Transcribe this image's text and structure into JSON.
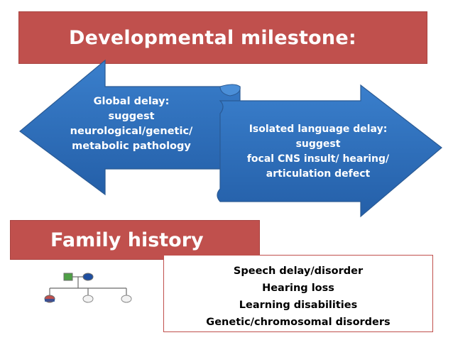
{
  "title": "Developmental milestone:",
  "global_delay": {
    "lines": [
      "Global delay:",
      "suggest",
      "neurological/genetic/",
      "metabolic pathology"
    ]
  },
  "isolated_delay": {
    "lines": [
      "Isolated language delay:",
      "suggest",
      "focal CNS insult/ hearing/",
      "articulation defect"
    ]
  },
  "family_history": {
    "heading": "Family history",
    "items": [
      "Speech delay/disorder",
      "Hearing loss",
      "Learning disabilities",
      "Genetic/chromosomal disorders"
    ]
  },
  "colors": {
    "red": "#c0504d",
    "blue": "#2e6fbd",
    "green": "#4ea045",
    "pedigree_blue": "#1f4fa0"
  }
}
